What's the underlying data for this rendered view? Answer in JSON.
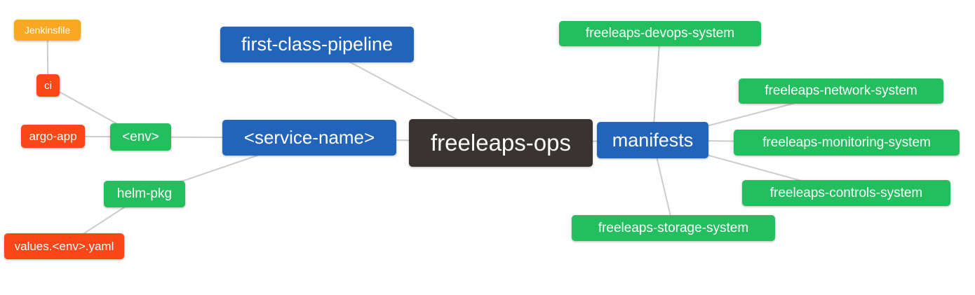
{
  "diagram": {
    "type": "mindmap",
    "root": "freeleaps-ops",
    "line_color": "#cccccc",
    "text_color": "#ffffff",
    "palette": {
      "blue": "#2264ba",
      "green": "#23be5e",
      "red": "#fb4718",
      "orange": "#f9a825",
      "dark": "#393432"
    }
  },
  "nodes": {
    "jenkinsfile": {
      "label": "Jenkinsfile",
      "color": "#f9a825"
    },
    "ci": {
      "label": "ci",
      "color": "#fb4718"
    },
    "argo_app": {
      "label": "argo-app",
      "color": "#fb4718"
    },
    "env": {
      "label": "<env>",
      "color": "#23be5e"
    },
    "helm_pkg": {
      "label": "helm-pkg",
      "color": "#23be5e"
    },
    "values_yaml": {
      "label": "values.<env>.yaml",
      "color": "#fb4718"
    },
    "first_class_pipeline": {
      "label": "first-class-pipeline",
      "color": "#2264ba"
    },
    "service_name": {
      "label": "<service-name>",
      "color": "#2264ba"
    },
    "freeleaps_ops": {
      "label": "freeleaps-ops",
      "color": "#393432"
    },
    "manifests": {
      "label": "manifests",
      "color": "#2264ba"
    },
    "devops_system": {
      "label": "freeleaps-devops-system",
      "color": "#23be5e"
    },
    "network_system": {
      "label": "freeleaps-network-system",
      "color": "#23be5e"
    },
    "monitoring_system": {
      "label": "freeleaps-monitoring-system",
      "color": "#23be5e"
    },
    "controls_system": {
      "label": "freeleaps-controls-system",
      "color": "#23be5e"
    },
    "storage_system": {
      "label": "freeleaps-storage-system",
      "color": "#23be5e"
    }
  },
  "edges": [
    {
      "from": "jenkinsfile",
      "to": "ci"
    },
    {
      "from": "ci",
      "to": "env"
    },
    {
      "from": "argo_app",
      "to": "env"
    },
    {
      "from": "env",
      "to": "service_name"
    },
    {
      "from": "helm_pkg",
      "to": "service_name"
    },
    {
      "from": "values_yaml",
      "to": "helm_pkg"
    },
    {
      "from": "first_class_pipeline",
      "to": "freeleaps_ops"
    },
    {
      "from": "service_name",
      "to": "freeleaps_ops"
    },
    {
      "from": "freeleaps_ops",
      "to": "manifests"
    },
    {
      "from": "manifests",
      "to": "devops_system"
    },
    {
      "from": "manifests",
      "to": "network_system"
    },
    {
      "from": "manifests",
      "to": "monitoring_system"
    },
    {
      "from": "manifests",
      "to": "controls_system"
    },
    {
      "from": "manifests",
      "to": "storage_system"
    }
  ]
}
